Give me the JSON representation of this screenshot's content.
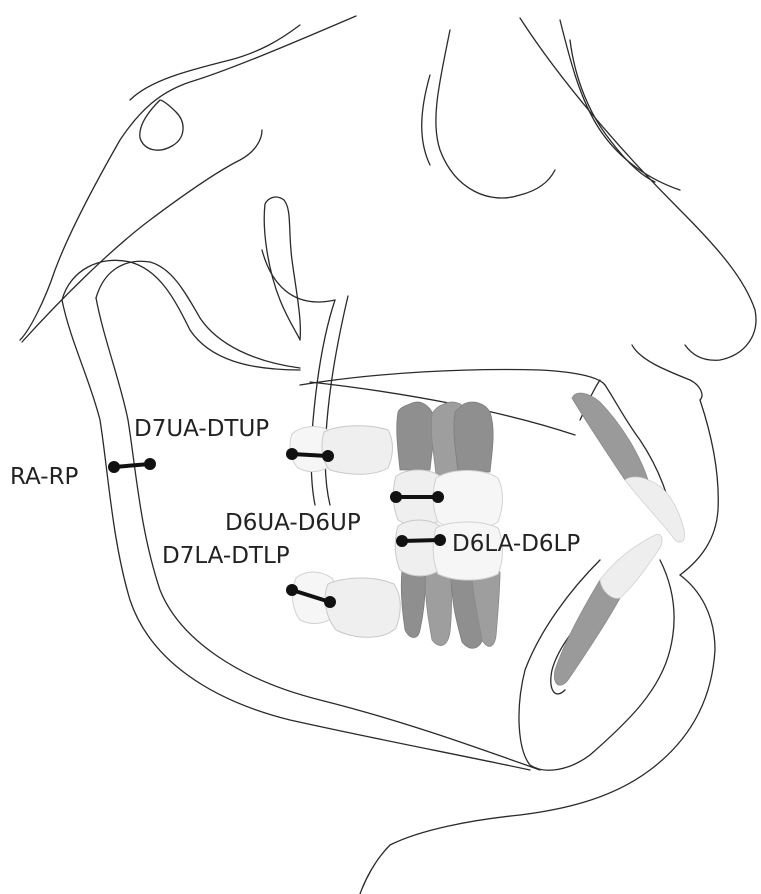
{
  "labels": {
    "ra_rp": "RA-RP",
    "d7ua_dtup": "D7UA-DTUP",
    "d6ua_d6up": "D6UA-D6UP",
    "d7la_dtlp": "D7LA-DTLP",
    "d6la_d6lp": "D6LA-D6LP"
  },
  "colors": {
    "outline": "#2a2a2a",
    "root": "#8f8f8f",
    "crown": "#efefef",
    "measure": "#111111"
  }
}
